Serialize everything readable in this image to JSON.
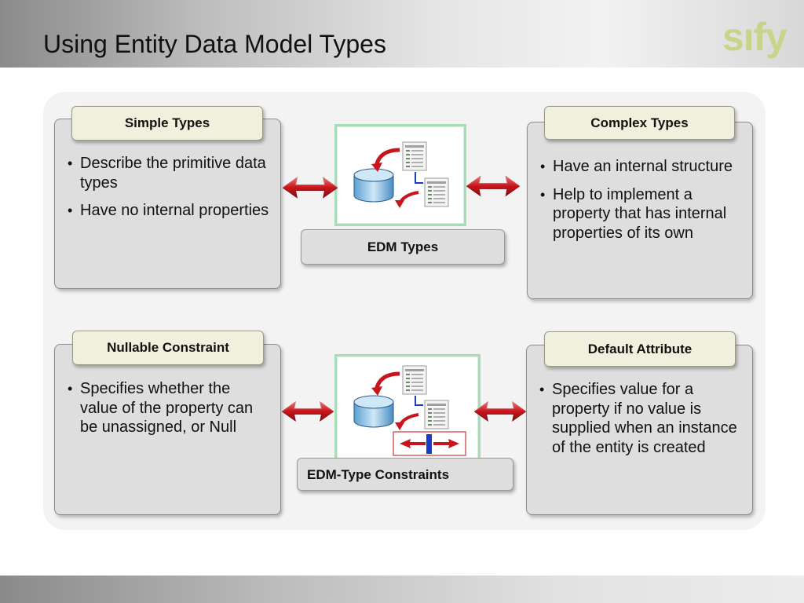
{
  "slide": {
    "title": "Using Entity Data Model Types",
    "logo_text": "sıfy"
  },
  "cards": {
    "simple_types": {
      "label": "Simple Types",
      "bullets": [
        "Describe the primitive data types",
        "Have no internal properties"
      ]
    },
    "complex_types": {
      "label": "Complex Types",
      "bullets": [
        "Have an internal structure",
        "Help to implement a property that has internal properties of its own"
      ]
    },
    "nullable_constraint": {
      "label": "Nullable Constraint",
      "bullets": [
        "Specifies whether the value of the property can be unassigned, or Null"
      ]
    },
    "default_attribute": {
      "label": "Default Attribute",
      "bullets": [
        "Specifies value for a property if no value is supplied when an instance of the entity is created"
      ]
    }
  },
  "center": {
    "top_caption": "EDM Types",
    "bottom_caption": "EDM-Type Constraints"
  },
  "colors": {
    "arrow_red": "#c8141c",
    "tag_bg": "#f0f0dc",
    "card_bg": "#dedede",
    "logo": "#c9d48a"
  },
  "icons": [
    "database-icon",
    "table-icon",
    "curved-arrow-icon",
    "double-arrow-icon"
  ]
}
